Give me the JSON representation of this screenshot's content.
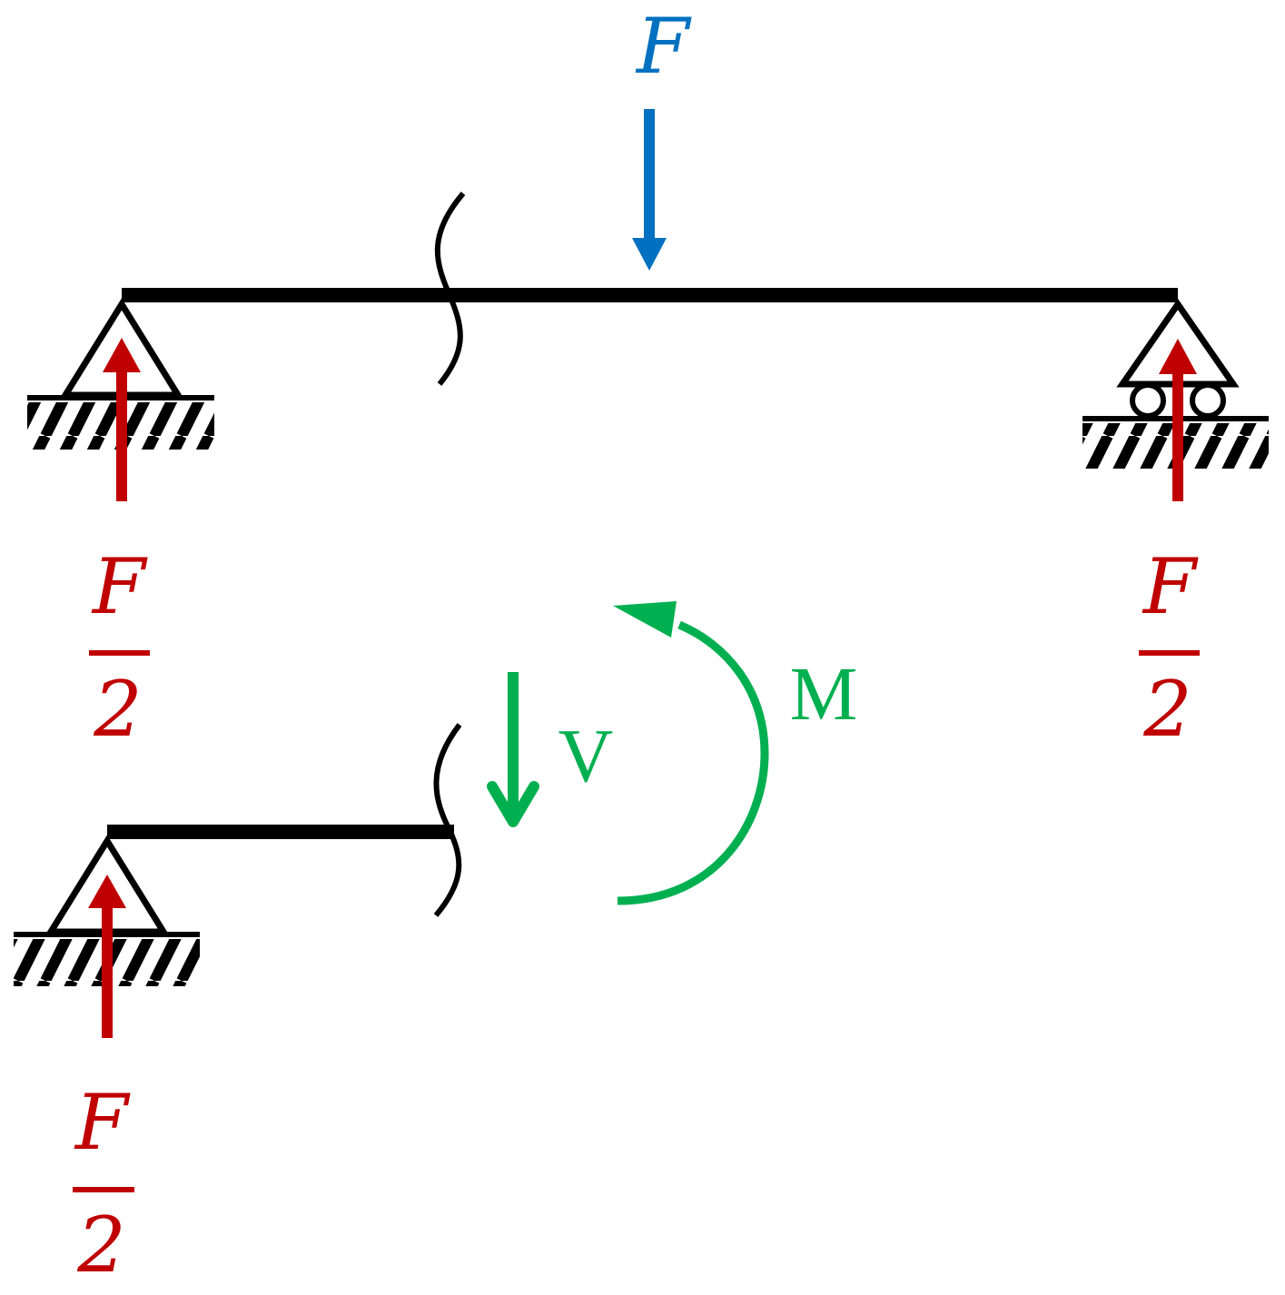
{
  "labels": {
    "applied_force": "F",
    "reaction_numerator": "F",
    "reaction_denominator": "2",
    "shear": "V",
    "moment": "M"
  },
  "colors": {
    "structure": "#000000",
    "applied_force": "#0070c0",
    "reaction": "#c00000",
    "internal": "#00b050"
  }
}
